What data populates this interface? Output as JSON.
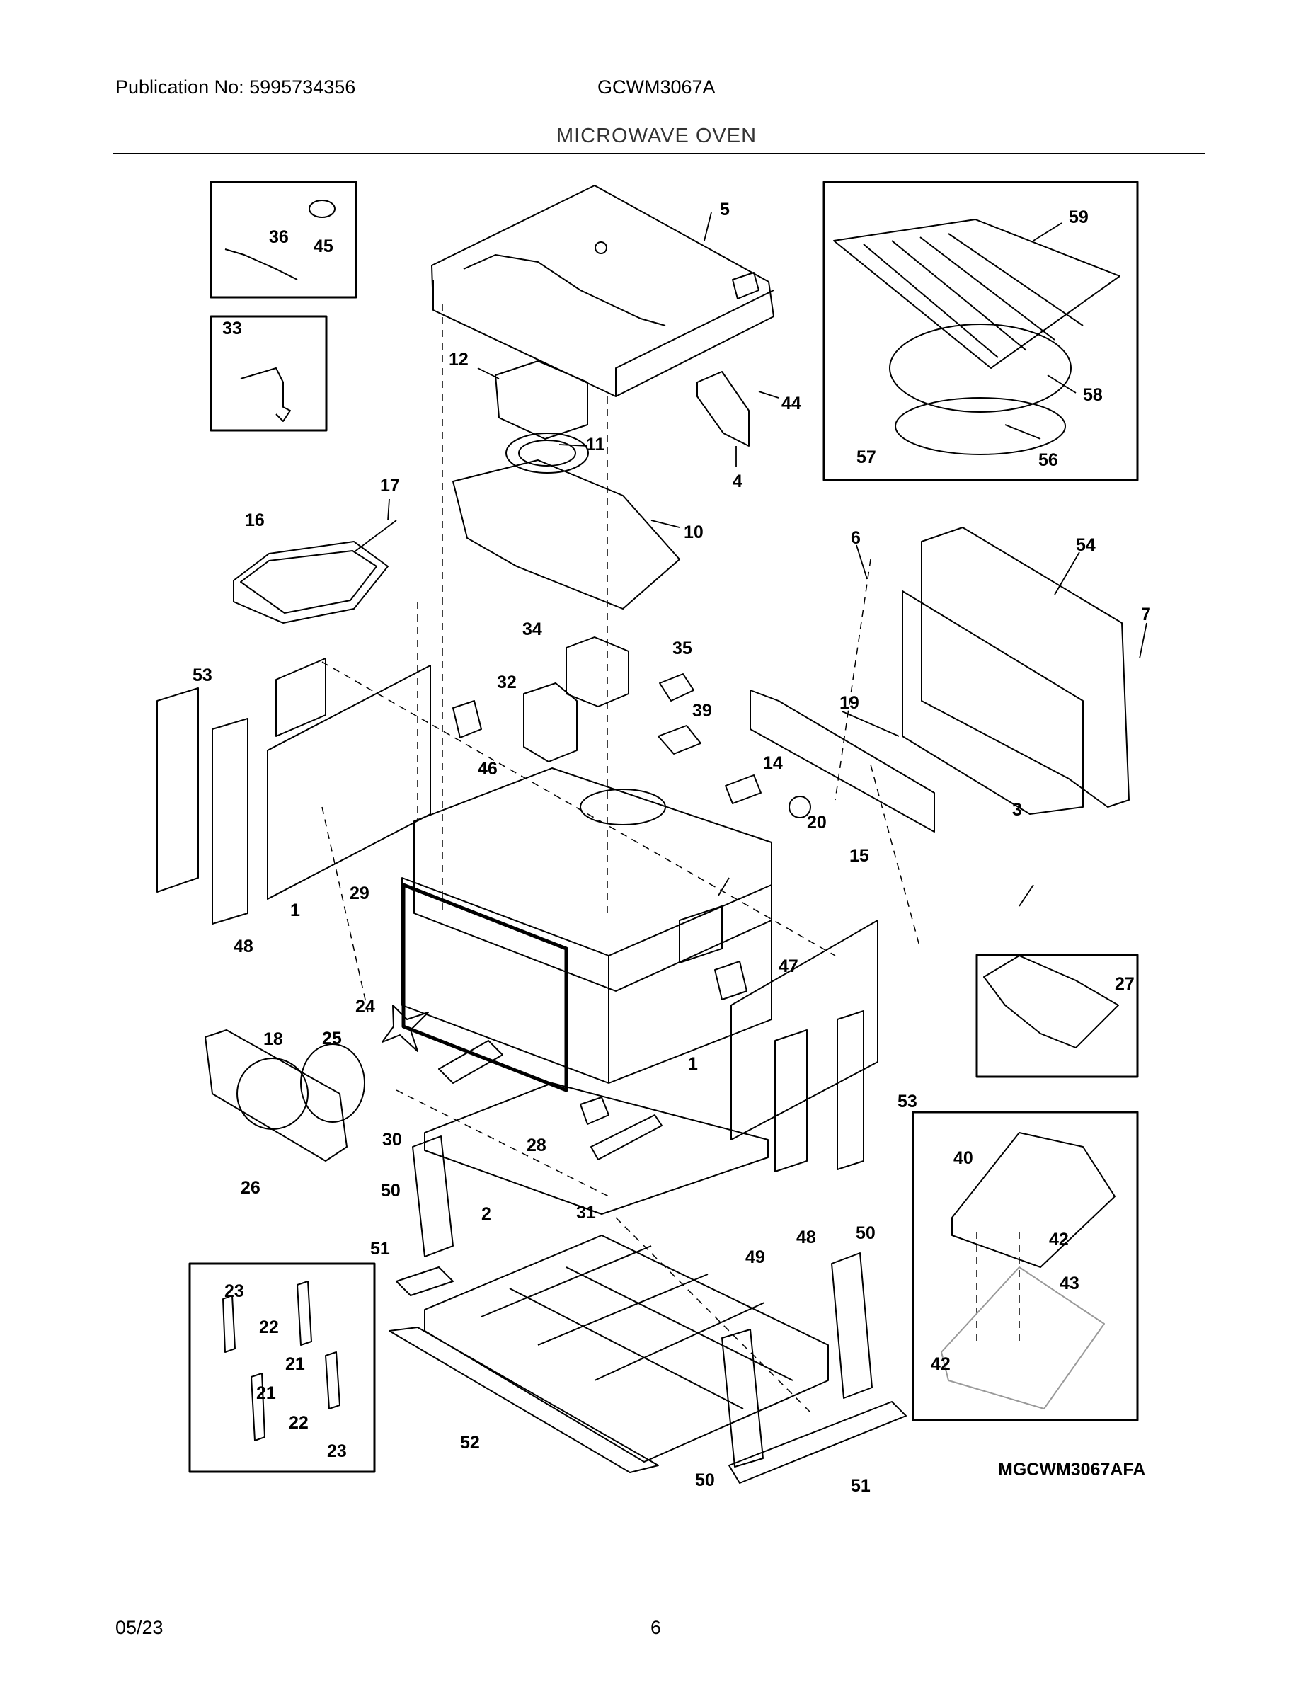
{
  "header": {
    "publication": "Publication No: 5995734356",
    "model": "GCWM3067A",
    "title": "MICROWAVE OVEN"
  },
  "diagram": {
    "code": "MGCWM3067AFA",
    "callouts": [
      "5",
      "59",
      "36",
      "45",
      "33",
      "12",
      "44",
      "58",
      "11",
      "57",
      "56",
      "4",
      "17",
      "10",
      "16",
      "6",
      "54",
      "7",
      "34",
      "35",
      "53",
      "32",
      "39",
      "19",
      "46",
      "14",
      "20",
      "3",
      "15",
      "1",
      "29",
      "48",
      "47",
      "27",
      "24",
      "18",
      "25",
      "1",
      "53",
      "30",
      "28",
      "40",
      "26",
      "50",
      "2",
      "31",
      "48",
      "50",
      "42",
      "43",
      "51",
      "49",
      "23",
      "22",
      "21",
      "42",
      "21",
      "22",
      "52",
      "23",
      "50",
      "51"
    ]
  },
  "footer": {
    "date": "05/23",
    "page": "6"
  }
}
